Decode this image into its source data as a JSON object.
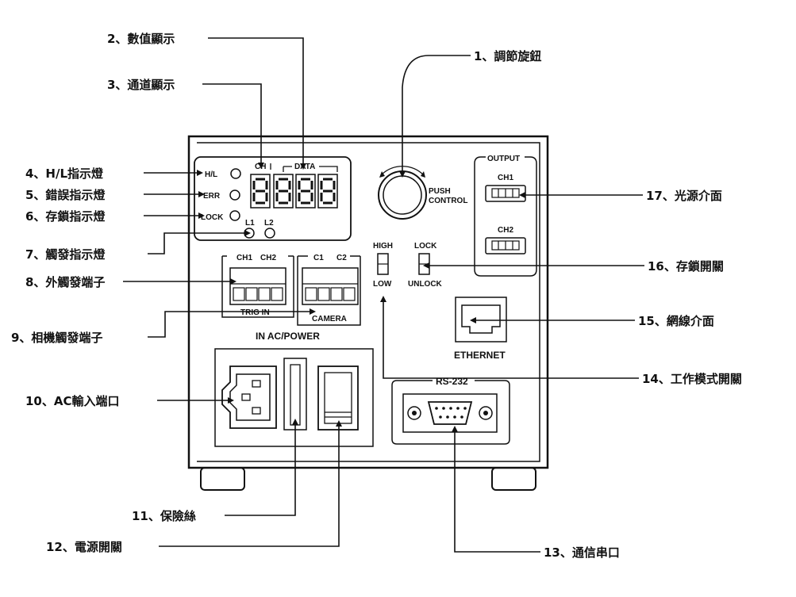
{
  "callouts": {
    "c1": "1、調節旋鈕",
    "c2": "2、數值顯示",
    "c3": "3、通道顯示",
    "c4": "4、H/L指示燈",
    "c5": "5、錯誤指示燈",
    "c6": "6、存鎖指示燈",
    "c7": "7、觸發指示燈",
    "c8": "8、外觸發端子",
    "c9": "9、相機觸發端子",
    "c10": "10、AC輸入端口",
    "c11": "11、保險絲",
    "c12": "12、電源開關",
    "c13": "13、通信串口",
    "c14": "14、工作模式開關",
    "c15": "15、網線介面",
    "c16": "16、存鎖開關",
    "c17": "17、光源介面"
  },
  "panel": {
    "hl": "H/L",
    "err": "ERR",
    "lock_led": "LOCK",
    "ch": "CH",
    "data": "DATA",
    "l1": "L1",
    "l2": "L2",
    "push": "PUSH",
    "control": "CONTROL",
    "output": "OUTPUT",
    "out_ch1": "CH1",
    "out_ch2": "CH2",
    "high": "HIGH",
    "low": "LOW",
    "lock_sw": "LOCK",
    "unlock": "UNLOCK",
    "trig_ch1": "CH1",
    "trig_ch2": "CH2",
    "trig_in": "TRIG  IN",
    "c1": "C1",
    "c2": "C2",
    "camera": "CAMERA",
    "ac_power": "IN  AC/POWER",
    "ethernet": "ETHERNET",
    "rs232": "RS-232"
  }
}
